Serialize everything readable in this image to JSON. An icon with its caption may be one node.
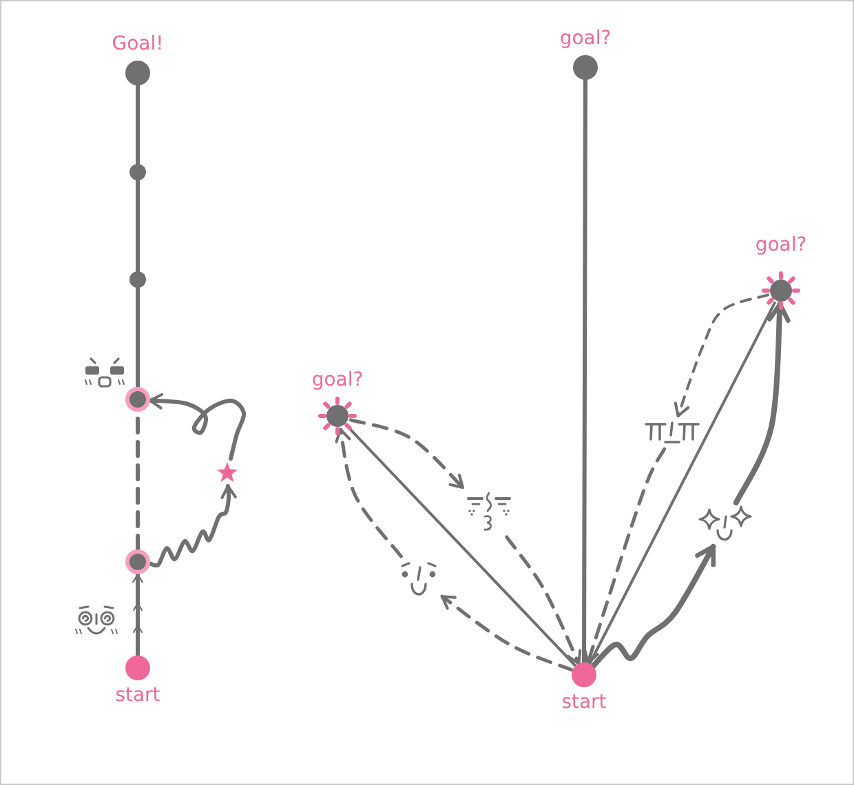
{
  "diagram": {
    "nodes": [
      {
        "text": [
          "Goal!"
        ]
      },
      {
        "text": [],
        "shape": "circle"
      },
      {
        "text": [],
        "shape": "circle"
      },
      {
        "text": [],
        "shape": "circle"
      },
      {
        "text": [],
        "shape": "star"
      },
      {
        "text": [],
        "shape": "circle"
      },
      {
        "text": [
          "start"
        ]
      },
      {
        "text": [
          "goal?"
        ]
      },
      {
        "text": [
          "goal?"
        ]
      },
      {
        "text": [
          "goal?"
        ]
      },
      {
        "text": [],
        "shape": "face"
      },
      {
        "text": [],
        "shape": "face"
      },
      {
        "text": [],
        "shape": "face"
      },
      {
        "text": [],
        "shape": "face"
      },
      {
        "text": [
          "start"
        ]
      }
    ],
    "edges": [
      {
        "from": 6,
        "to": 5,
        "arrow": "to"
      },
      {
        "from": 5,
        "to": 3,
        "arrow": "none",
        "style": "dashed"
      },
      {
        "from": 3,
        "to": 2,
        "arrow": "none"
      },
      {
        "from": 2,
        "to": 1,
        "arrow": "none"
      },
      {
        "from": 1,
        "to": 0,
        "arrow": "none"
      },
      {
        "from": 5,
        "to": 4,
        "arrow": "to"
      },
      {
        "from": 4,
        "to": 3,
        "arrow": "to"
      },
      {
        "from": 14,
        "to": 7,
        "arrow": "none"
      },
      {
        "from": 14,
        "to": 8,
        "arrow": "none"
      },
      {
        "from": 14,
        "to": 9,
        "arrow": "none"
      },
      {
        "from": 9,
        "to": 12,
        "arrow": "to",
        "style": "dashed"
      },
      {
        "from": 12,
        "to": 14,
        "arrow": "to",
        "style": "dashed"
      },
      {
        "from": 14,
        "to": 13,
        "arrow": "to",
        "style": "dashed"
      },
      {
        "from": 13,
        "to": 9,
        "arrow": "to",
        "style": "dashed"
      },
      {
        "from": 8,
        "to": 10,
        "arrow": "to",
        "style": "dashed"
      },
      {
        "from": 10,
        "to": 14,
        "arrow": "to",
        "style": "dashed"
      },
      {
        "from": 14,
        "to": 11,
        "arrow": "to"
      },
      {
        "from": 11,
        "to": 8,
        "arrow": "to"
      }
    ]
  }
}
